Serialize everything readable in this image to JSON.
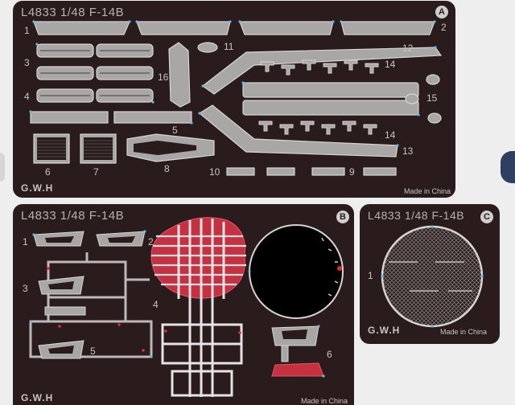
{
  "sheet_a": {
    "title": "L4833 1/48 F-14B",
    "badge": "A",
    "brand": "G.W.H",
    "made_in": "Made in China",
    "part_numbers": [
      "1",
      "2",
      "3",
      "4",
      "5",
      "6",
      "7",
      "8",
      "9",
      "10",
      "11",
      "12",
      "13",
      "14",
      "14",
      "15",
      "16"
    ]
  },
  "sheet_b": {
    "title": "L4833 1/48 F-14B",
    "badge": "B",
    "brand": "G.W.H",
    "made_in": "Made in China",
    "part_numbers": [
      "1",
      "2",
      "3",
      "4",
      "5",
      "6"
    ]
  },
  "sheet_c": {
    "title": "L4833 1/48 F-14B",
    "badge": "C",
    "brand": "G.W.H",
    "made_in": "Made in China",
    "part_numbers": [
      "1"
    ]
  },
  "colors": {
    "sheet_bg": "#2a1c1c",
    "metal": "#a9a6a6",
    "metal_edge": "#d7d4d4",
    "accent_red": "#e0283a",
    "accent_blue": "#6ab7e6",
    "page_bg": "#eeeeee"
  }
}
